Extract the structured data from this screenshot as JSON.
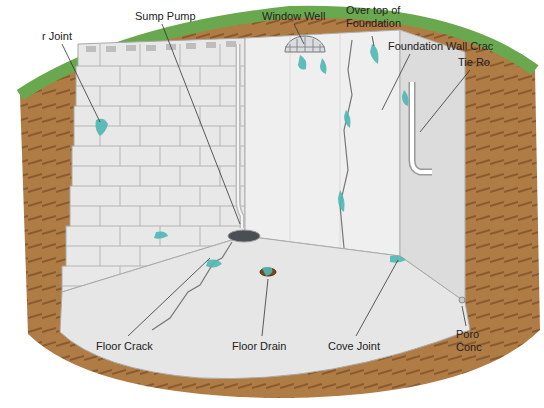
{
  "diagram": {
    "labels": [
      "r Joint",
      "Sump Pump",
      "Window Well",
      "Over top of Foundation",
      "Foundation Wall Crac",
      "Tie Ro",
      "Floor Crack",
      "Floor Drain",
      "Cove Joint",
      "Poro Conc"
    ]
  }
}
